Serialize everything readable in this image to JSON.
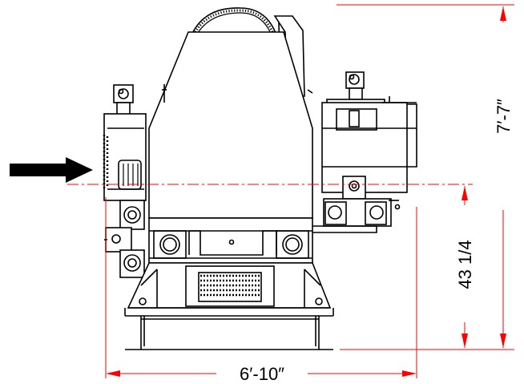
{
  "dimensions": {
    "width_label": "6′-10″",
    "total_height_label": "7′-7″",
    "centerline_height_label": "43 1/4"
  },
  "colors": {
    "line": "#000000",
    "centerline": "#ff0000",
    "dimension": "#ff0000",
    "arrow": "#000000",
    "background": "#ffffff"
  }
}
